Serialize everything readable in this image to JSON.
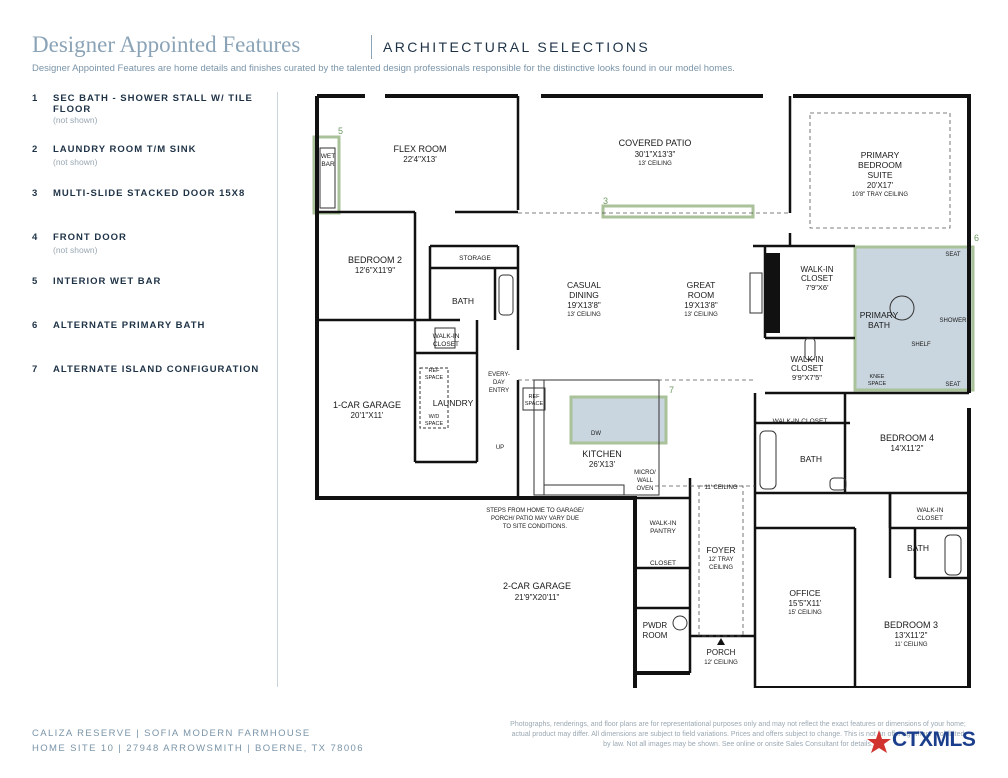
{
  "header": {
    "title": "Designer Appointed Features",
    "subtitle": "ARCHITECTURAL SELECTIONS",
    "intro": "Designer Appointed Features are home details and finishes curated by the talented design professionals responsible for the distinctive looks found in our model homes."
  },
  "features": [
    {
      "num": "1",
      "label": "SEC BATH - SHOWER STALL W/ TILE FLOOR",
      "note": "(not shown)"
    },
    {
      "num": "2",
      "label": "LAUNDRY ROOM T/M SINK",
      "note": "(not shown)"
    },
    {
      "num": "3",
      "label": "MULTI-SLIDE STACKED DOOR 15X8",
      "note": ""
    },
    {
      "num": "4",
      "label": "FRONT DOOR",
      "note": "(not shown)"
    },
    {
      "num": "5",
      "label": "INTERIOR WET BAR",
      "note": ""
    },
    {
      "num": "6",
      "label": "ALTERNATE PRIMARY BATH",
      "note": ""
    },
    {
      "num": "7",
      "label": "ALTERNATE ISLAND CONFIGURATION",
      "note": ""
    }
  ],
  "plan": {
    "rooms": {
      "flex": {
        "name": "FLEX ROOM",
        "dims": "22'4\"X13'"
      },
      "patio": {
        "name": "COVERED PATIO",
        "dims": "30'1\"X13'3\"",
        "ceiling": "13' CEILING"
      },
      "primary_suite": {
        "line1": "PRIMARY",
        "line2": "BEDROOM",
        "line3": "SUITE",
        "dims": "20'X17'",
        "ceiling": "10'8\" TRAY CEILING"
      },
      "wet_bar": {
        "line1": "WET",
        "line2": "BAR"
      },
      "bedroom2": {
        "name": "BEDROOM 2",
        "dims": "12'6\"X11'9\""
      },
      "storage": {
        "name": "STORAGE"
      },
      "bath_sec": {
        "name": "BATH"
      },
      "casual_dining": {
        "line1": "CASUAL",
        "line2": "DINING",
        "dims": "19'X13'8\"",
        "ceiling": "13' CEILING"
      },
      "great_room": {
        "line1": "GREAT",
        "line2": "ROOM",
        "dims": "19'X13'8\"",
        "ceiling": "13' CEILING"
      },
      "walkin_primary": {
        "line1": "WALK-IN",
        "line2": "CLOSET",
        "dims": "7'9\"X6'"
      },
      "primary_bath": {
        "line1": "PRIMARY",
        "line2": "BATH"
      },
      "seat_top": "SEAT",
      "seat_bottom": "SEAT",
      "shower": "SHOWER",
      "shelf": "SHELF",
      "knee_space": {
        "line1": "KNEE",
        "line2": "SPACE"
      },
      "walkin_2": {
        "line1": "WALK-IN",
        "line2": "CLOSET",
        "dims": "9'9\"X7'5\""
      },
      "walkin_laundry": {
        "line1": "WALK-IN",
        "line2": "CLOSET"
      },
      "everyday_entry": {
        "line1": "EVERY-",
        "line2": "DAY",
        "line3": "ENTRY"
      },
      "ref_laundry": {
        "line1": "REF",
        "line2": "SPACE"
      },
      "laundry": {
        "name": "LAUNDRY"
      },
      "wd_space": {
        "line1": "W/D",
        "line2": "SPACE"
      },
      "garage1": {
        "name": "1-CAR GARAGE",
        "dims": "20'1\"X11'"
      },
      "ref_kitchen": {
        "line1": "REF",
        "line2": "SPACE"
      },
      "dw": "DW",
      "kitchen": {
        "name": "KITCHEN",
        "dims": "26'X13'"
      },
      "micro": {
        "line1": "MICRO/",
        "line2": "WALL",
        "line3": "OVEN"
      },
      "up": "UP",
      "walkin_closet_bed4": "WALK-IN CLOSET",
      "bath_bed4": "BATH",
      "bedroom4": {
        "name": "BEDROOM 4",
        "dims": "14'X11'2\""
      },
      "ceiling_11": "11' CEILING",
      "steps_note": {
        "line1": "STEPS FROM HOME TO GARAGE/",
        "line2": "PORCH/ PATIO MAY VARY DUE",
        "line3": "TO SITE CONDITIONS."
      },
      "walkin_pantry": {
        "line1": "WALK-IN",
        "line2": "PANTRY"
      },
      "foyer": {
        "name": "FOYER",
        "ceiling1": "12' TRAY",
        "ceiling2": "CEILING"
      },
      "walkin_bed3": {
        "line1": "WALK-IN",
        "line2": "CLOSET"
      },
      "bath_bed3": "BATH",
      "garage2": {
        "name": "2-CAR GARAGE",
        "dims": "21'9\"X20'11\""
      },
      "closet": "CLOSET",
      "office": {
        "name": "OFFICE",
        "dims": "15'5\"X11'",
        "ceiling": "15' CEILING"
      },
      "pwdr": {
        "line1": "PWDR",
        "line2": "ROOM"
      },
      "bedroom3": {
        "name": "BEDROOM 3",
        "dims": "13'X11'2\"",
        "ceiling": "11' CEILING"
      },
      "porch": {
        "name": "PORCH",
        "ceiling": "12' CEILING"
      }
    },
    "callouts": {
      "c3": "3",
      "c5": "5",
      "c6": "6",
      "c7": "7"
    },
    "highlight_color": "#a9c29a",
    "highlight_fill": "#c9d6df"
  },
  "footer": {
    "line1": "CALIZA RESERVE  |  SOFIA MODERN FARMHOUSE",
    "line2": "HOME SITE 10  |  27948 ARROWSMITH  |  BOERNE, TX 78006",
    "disclaimer": "Photographs, renderings, and floor plans are for representational purposes only and may not reflect the exact features or dimensions of your home; actual product may differ. All dimensions are subject to field variations. Prices and offers subject to change. This is not an offering where prohibited by law. Not all images may be shown. See online or onsite Sales Consultant for details."
  },
  "logo": {
    "text": "CTXMLS"
  }
}
